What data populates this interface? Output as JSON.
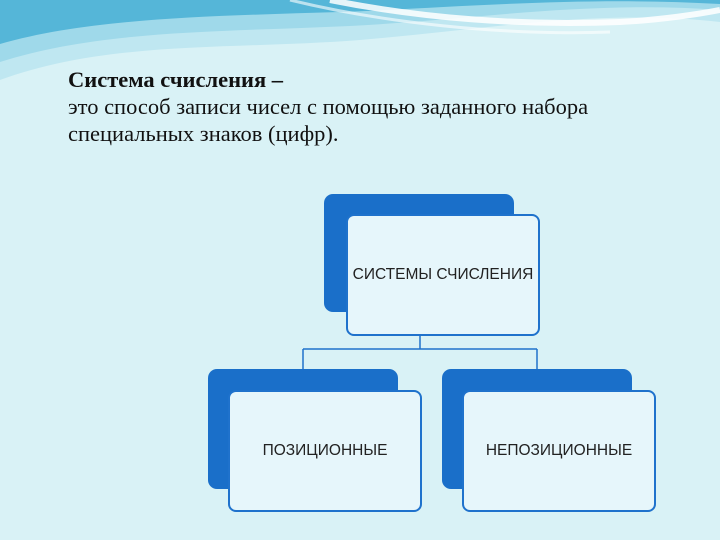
{
  "definition": {
    "term": "Система счисления –",
    "text": "это способ записи чисел с помощью заданного набора специальных знаков (цифр)."
  },
  "diagram": {
    "root": {
      "label": "СИСТЕМЫ СЧИСЛЕНИЯ"
    },
    "children": [
      {
        "label": "ПОЗИЦИОННЫЕ"
      },
      {
        "label": "НЕПОЗИЦИОННЫЕ"
      }
    ]
  },
  "colors": {
    "background": "#d9f2f6",
    "wave_light": "#9fd9ea",
    "wave_mid": "#55b6d8",
    "box_accent": "#1a6fc9",
    "box_fill": "#e6f6fb",
    "connector": "#1f72cc"
  }
}
